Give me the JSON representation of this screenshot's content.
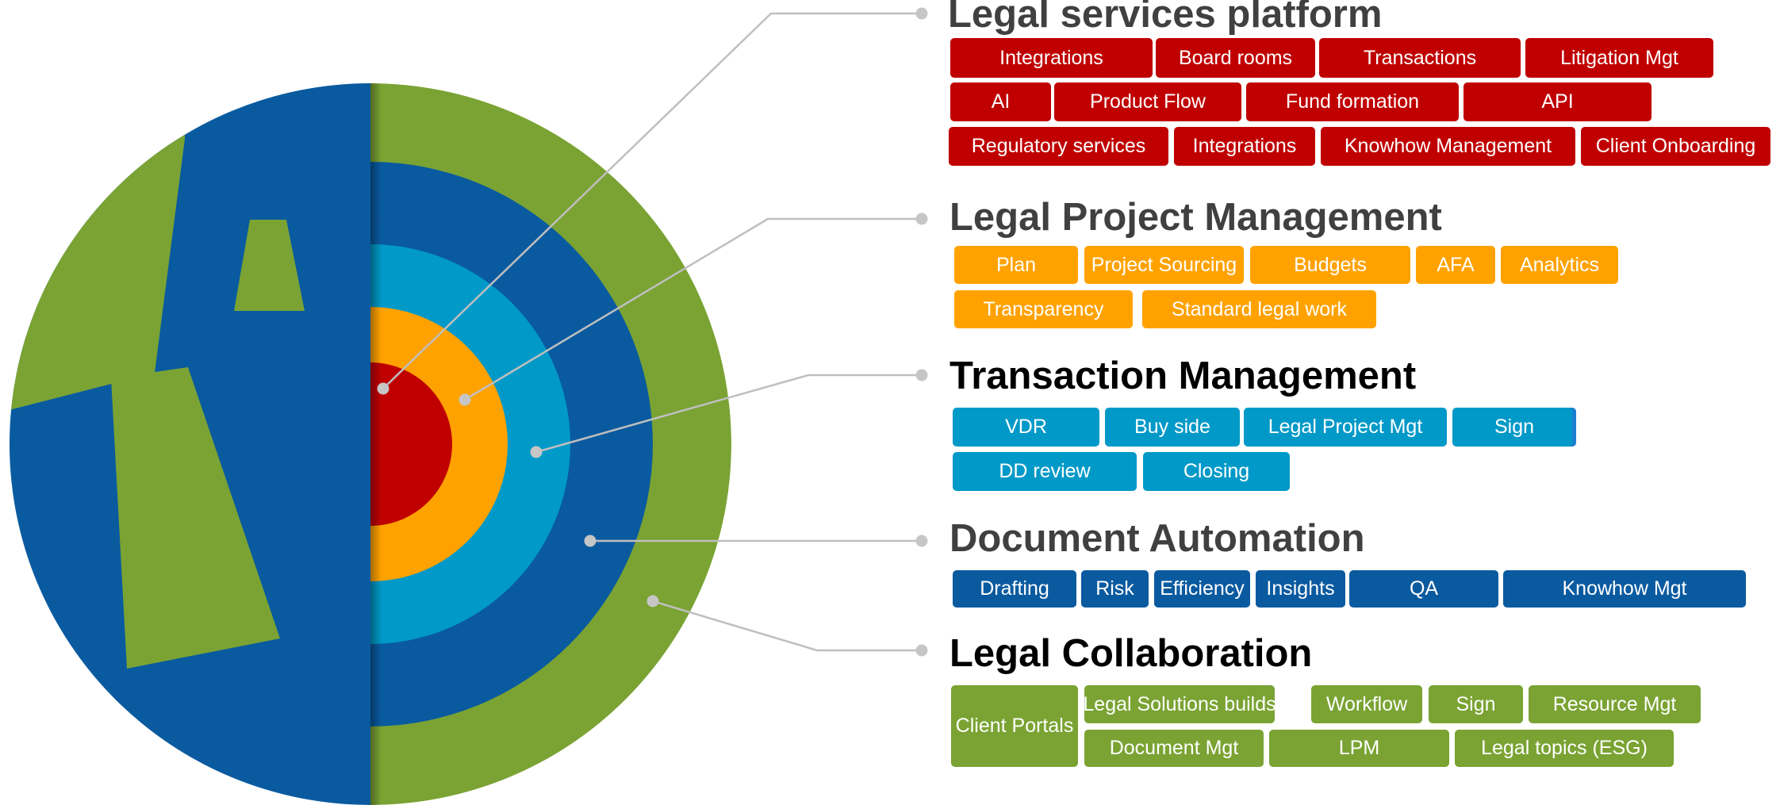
{
  "colors": {
    "red": "#c00000",
    "orange": "#ffa200",
    "cyan": "#0099c8",
    "blue": "#0a5aa0",
    "green": "#7aa333",
    "connector": "#bfbfbf",
    "heading_gray": "#404040",
    "heading_black": "#000000"
  },
  "sections": [
    {
      "heading": "Legal services platform",
      "color": "red",
      "tags": [
        "Integrations",
        "Board rooms",
        "Transactions",
        "Litigation Mgt",
        "AI",
        "Product Flow",
        "Fund formation",
        "API",
        "Regulatory services",
        "Integrations",
        "Knowhow Management",
        "Client Onboarding"
      ]
    },
    {
      "heading": "Legal Project Management",
      "color": "orange",
      "tags": [
        "Plan",
        "Project Sourcing",
        "Budgets",
        "AFA",
        "Analytics",
        "Transparency",
        "Standard legal work"
      ]
    },
    {
      "heading": "Transaction Management",
      "color": "cyan",
      "tags": [
        "VDR",
        "Buy side",
        "Legal Project Mgt",
        "Sign",
        "DD review",
        "Closing"
      ]
    },
    {
      "heading": "Document Automation",
      "color": "blue",
      "tags": [
        "Drafting",
        "Risk",
        "Efficiency",
        "Insights",
        "QA",
        "Knowhow Mgt"
      ]
    },
    {
      "heading": "Legal Collaboration",
      "color": "green",
      "tags": [
        "Client Portals",
        "Legal Solutions builds",
        "Workflow",
        "Sign",
        "Resource Mgt",
        "Document Mgt",
        "LPM",
        "Legal topics (ESG)"
      ]
    }
  ]
}
